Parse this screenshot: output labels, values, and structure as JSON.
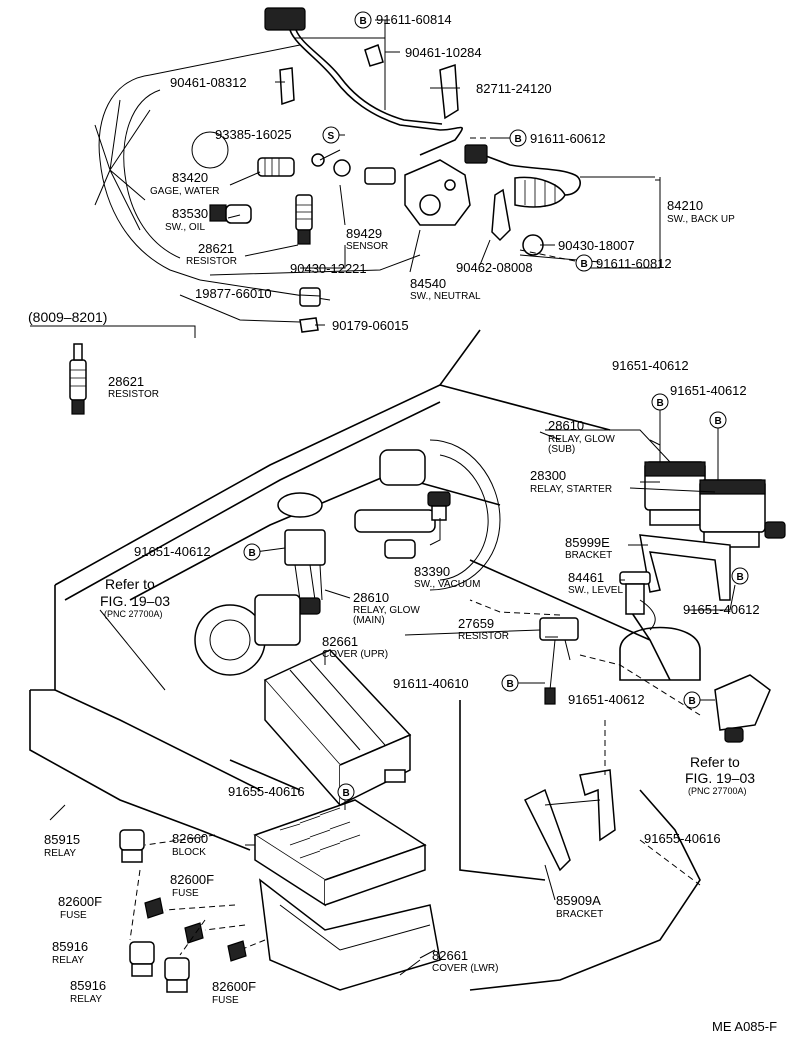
{
  "labels": {
    "p91611_60814": "91611-60814",
    "p90461_10284": "90461-10284",
    "p90461_08312": "90461-08312",
    "p82711_24120": "82711-24120",
    "p93385_16025": "93385-16025",
    "p91611_60612": "91611-60612",
    "p83420": "83420",
    "d83420": "GAGE, WATER",
    "p83530": "83530",
    "d83530": "SW., OIL",
    "p28621a": "28621",
    "d28621a": "RESISTOR",
    "p89429": "89429",
    "d89429": "SENSOR",
    "p84210": "84210",
    "d84210": "SW., BACK UP",
    "p90430_18007": "90430-18007",
    "p90430_12221": "90430-12221",
    "p90462_08008": "90462-08008",
    "p91611_60812": "91611-60812",
    "p84540": "84540",
    "d84540": "SW., NEUTRAL",
    "p19877_66010": "19877-66010",
    "p90179_06015": "90179-06015",
    "range": "(8009–8201)",
    "p28621b": "28621",
    "d28621b": "RESISTOR",
    "p91651_40612a": "91651-40612",
    "p91651_40612b": "91651-40612",
    "p28610a": "28610",
    "d28610a1": "RELAY, GLOW",
    "d28610a2": "(SUB)",
    "p28300": "28300",
    "d28300": "RELAY, STARTER",
    "p85999E": "85999E",
    "d85999E": "BRACKET",
    "p91651_40612c": "91651-40612",
    "p83390": "83390",
    "d83390": "SW., VACUUM",
    "p84461": "84461",
    "d84461": "SW., LEVEL",
    "p91651_40612d": "91651-40612",
    "ref1a": "Refer to",
    "ref1b": "FIG. 19–03",
    "ref1c": "(PNC 27700A)",
    "p28610b": "28610",
    "d28610b1": "RELAY, GLOW",
    "d28610b2": "(MAIN)",
    "p27659": "27659",
    "d27659": "RESISTOR",
    "p82661a": "82661",
    "d82661a": "COVER (UPR)",
    "p91611_40610": "91611-40610",
    "p91651_40612e": "91651-40612",
    "ref2a": "Refer to",
    "ref2b": "FIG. 19–03",
    "ref2c": "(PNC 27700A)",
    "p91655_40616a": "91655-40616",
    "p85915": "85915",
    "d85915": "RELAY",
    "p82660": "82660",
    "d82660": "BLOCK",
    "p91655_40616b": "91655-40616",
    "p82600Fa": "82600F",
    "d82600Fa": "FUSE",
    "p82600Fb": "82600F",
    "d82600Fb": "FUSE",
    "p85909A": "85909A",
    "d85909A": "BRACKET",
    "p85916a": "85916",
    "d85916a": "RELAY",
    "p82661b": "82661",
    "d82661b": "COVER (LWR)",
    "p85916b": "85916",
    "d85916b": "RELAY",
    "p82600Fc": "82600F",
    "d82600Fc": "FUSE",
    "code": "ME A085-F"
  },
  "markers": {
    "bolt_b": "B",
    "bolt_s": "S"
  }
}
